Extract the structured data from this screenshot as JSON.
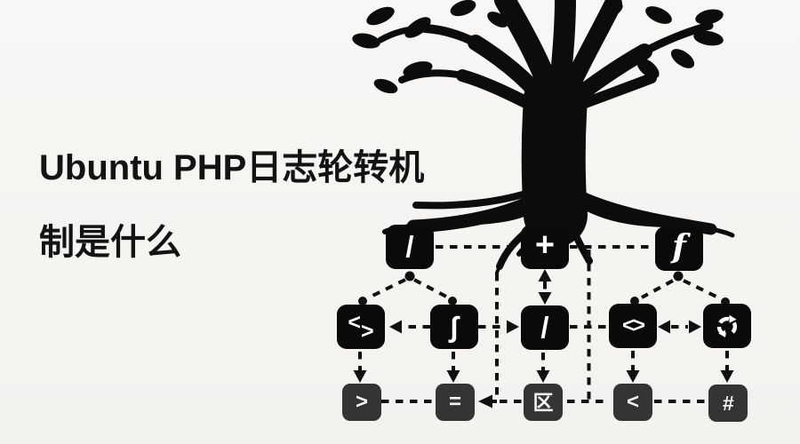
{
  "headline": {
    "line1": "Ubuntu PHP日志轮转机",
    "line2": "制是什么"
  },
  "colors": {
    "background": "#f6f5f2",
    "ink": "#0d0d0d",
    "node_dark": "#0a0a0a",
    "node_gray": "#343434",
    "symbol": "#ffffff"
  },
  "illustration": {
    "name": "tree-with-roots-silhouette"
  },
  "diagram": {
    "row1": [
      {
        "label": "/"
      },
      {
        "label": "+"
      },
      {
        "label": "f"
      }
    ],
    "row2": [
      {
        "chars": [
          "<",
          ">"
        ]
      },
      {
        "label": "∫"
      },
      {
        "label": "/"
      },
      {
        "label": "<>"
      },
      {
        "icon": "recycle-arrows"
      }
    ],
    "row3": [
      {
        "label": ">"
      },
      {
        "label": "="
      },
      {
        "label": "区"
      },
      {
        "label": "<"
      },
      {
        "label": "#"
      }
    ]
  }
}
